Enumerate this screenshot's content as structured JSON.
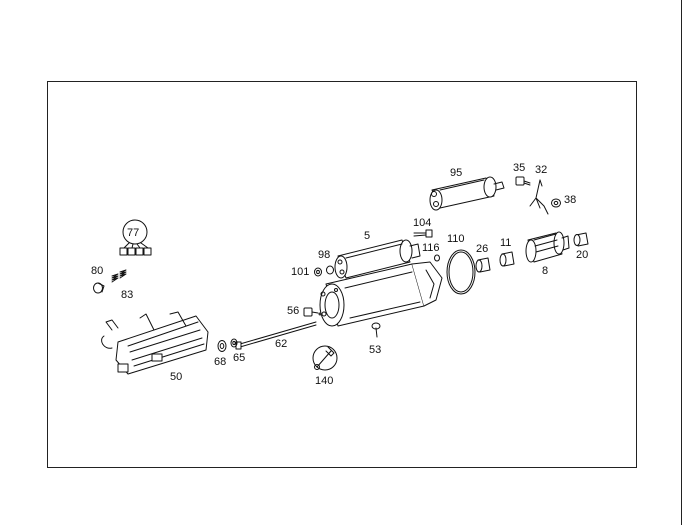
{
  "diagram": {
    "labels": {
      "p5": "5",
      "p8": "8",
      "p11": "11",
      "p20": "20",
      "p26": "26",
      "p32": "32",
      "p35": "35",
      "p38": "38",
      "p50": "50",
      "p53": "53",
      "p56": "56",
      "p62": "62",
      "p65": "65",
      "p68": "68",
      "p77": "77",
      "p80": "80",
      "p83": "83",
      "p95": "95",
      "p98": "98",
      "p101": "101",
      "p104": "104",
      "p110": "110",
      "p116": "116",
      "p140": "140"
    }
  }
}
